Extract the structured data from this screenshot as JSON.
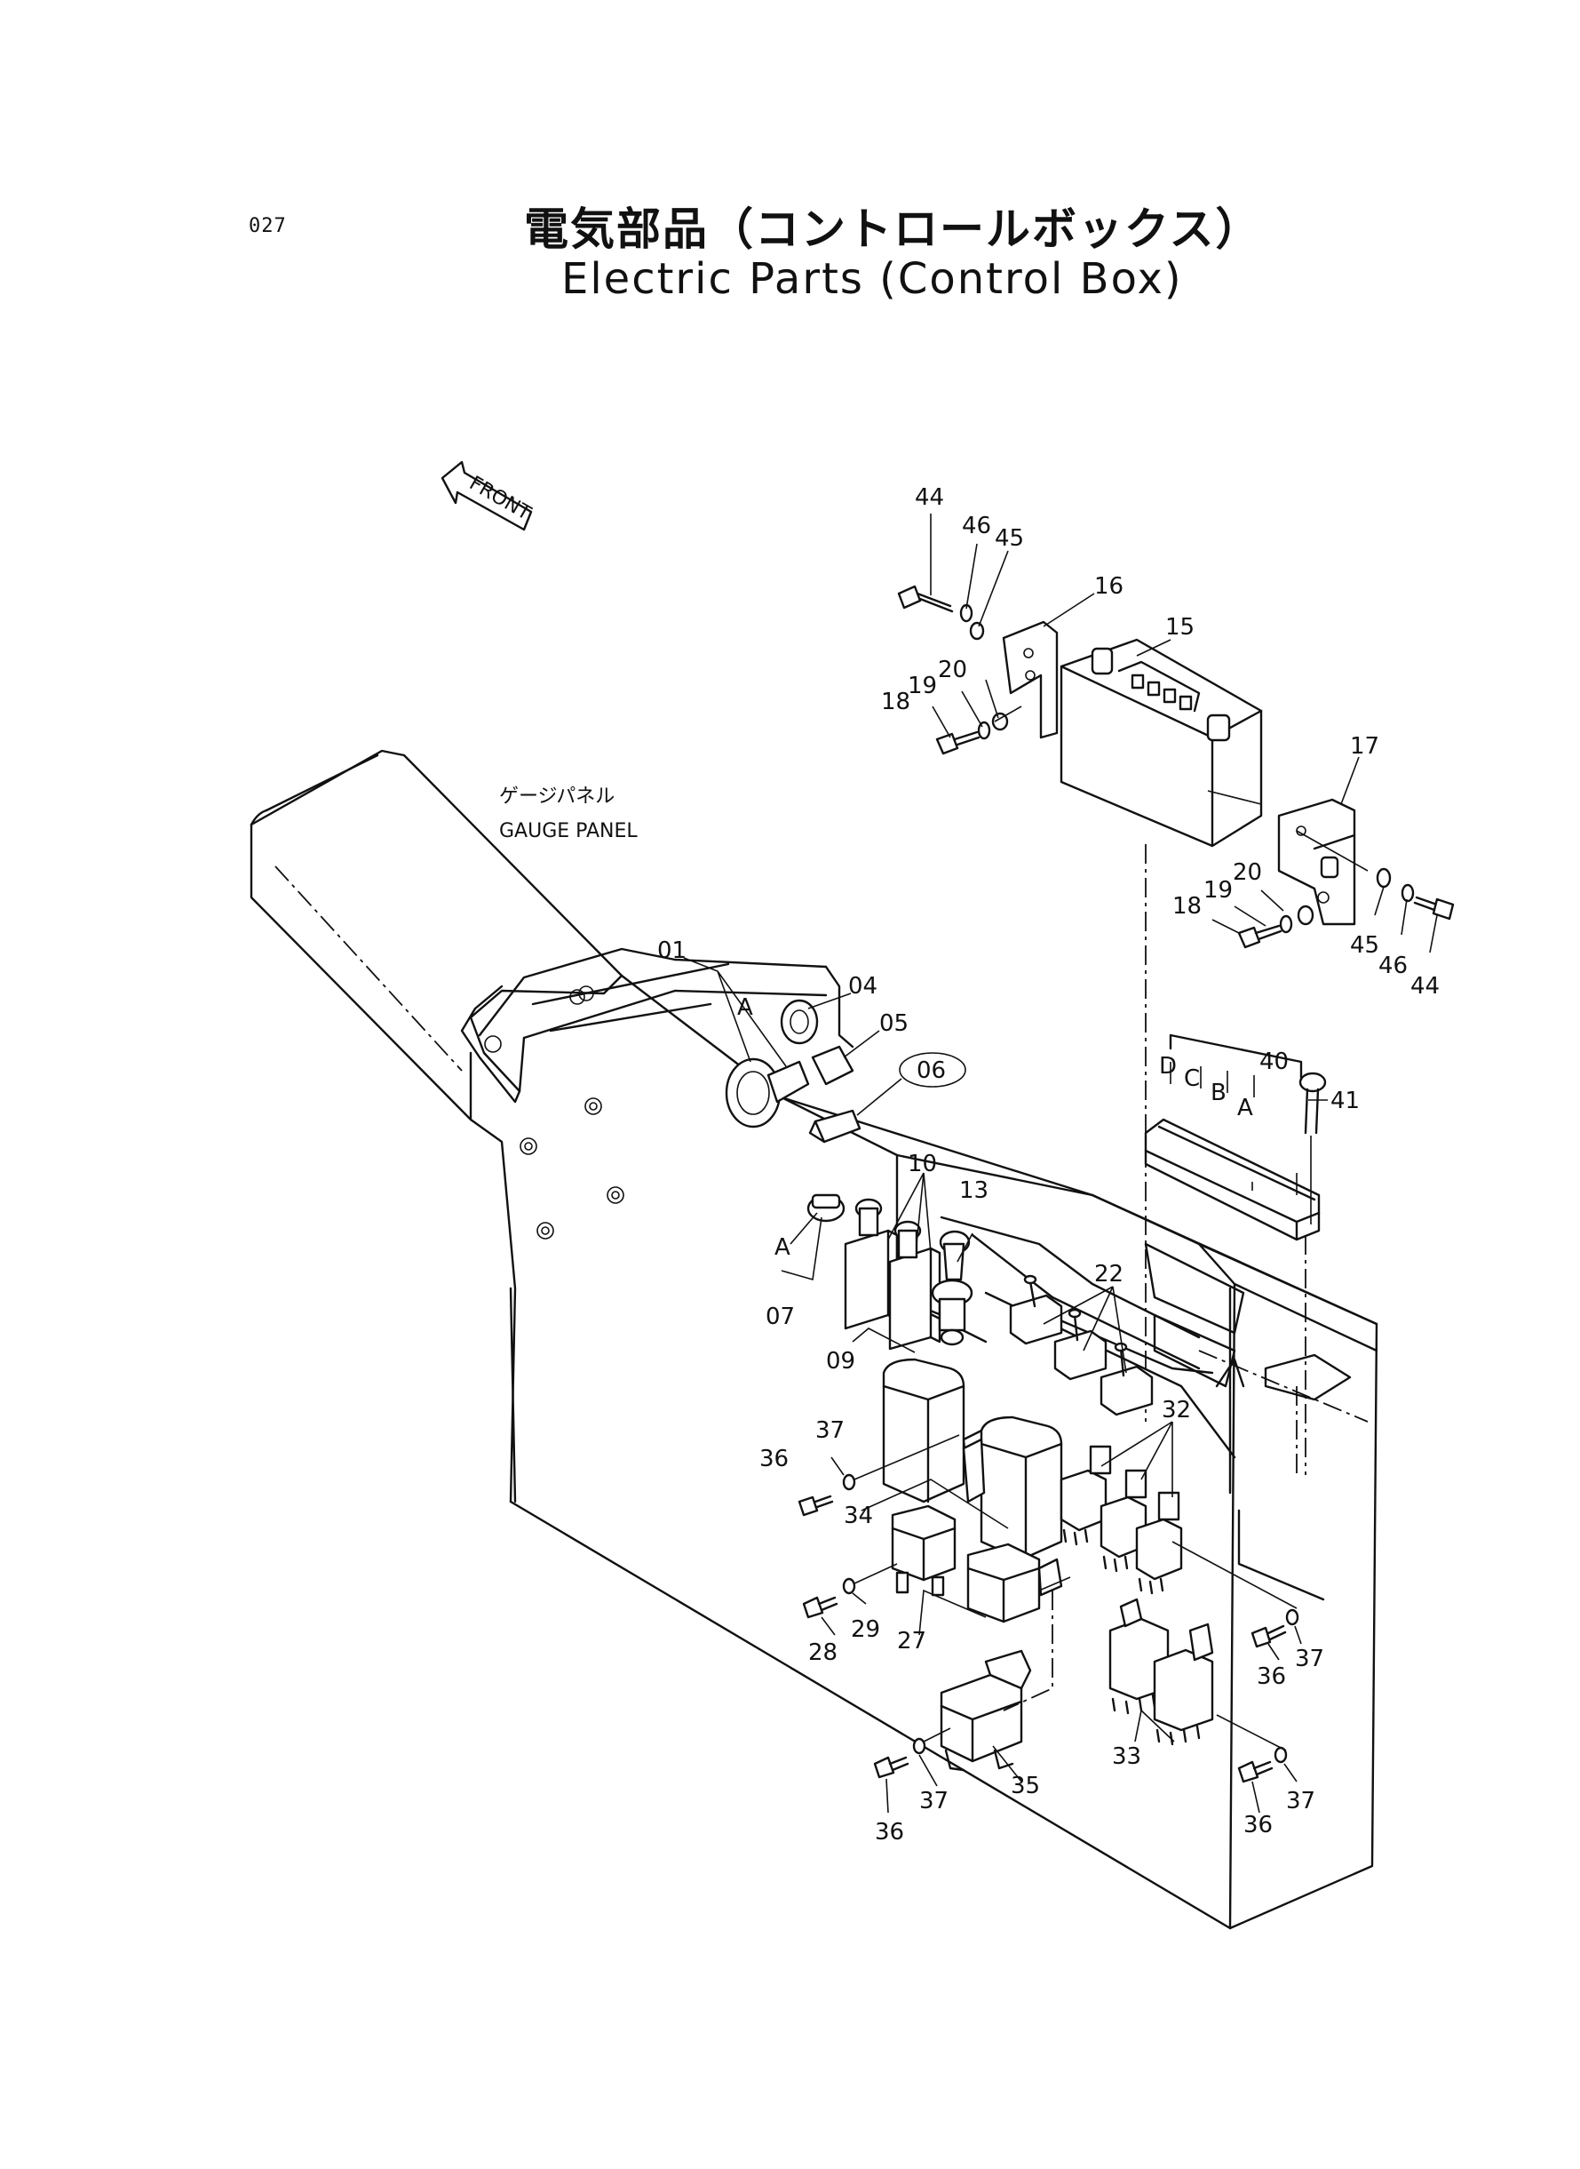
{
  "page_number": "027",
  "title_jp": "電気部品（コントロールボックス）",
  "title_en": "Electric Parts (Control Box)",
  "front_arrow_label": "FRONT",
  "gauge_panel": {
    "label_jp": "ゲージパネル",
    "label_en": "GAUGE PANEL"
  },
  "callouts": {
    "p44a": "44",
    "p46a": "46",
    "p45a": "45",
    "p16": "16",
    "p15": "15",
    "p18a": "18",
    "p19a": "19",
    "p20a": "20",
    "p17": "17",
    "p20b": "20",
    "p19b": "19",
    "p18b": "18",
    "p45b": "45",
    "p46b": "46",
    "p44b": "44",
    "p01": "01",
    "pA1": "A",
    "p04": "04",
    "p05": "05",
    "p06": "06",
    "pD": "D",
    "pC": "C",
    "pB": "B",
    "pA2": "A",
    "p40": "40",
    "p41": "41",
    "p10": "10",
    "p13": "13",
    "pA3": "A",
    "p07": "07",
    "p09": "09",
    "p22": "22",
    "p37a": "37",
    "p36a": "36",
    "p34": "34",
    "p32": "32",
    "p28": "28",
    "p29": "29",
    "p27": "27",
    "p36b": "36",
    "p37b": "37",
    "p33": "33",
    "p36c": "36",
    "p37c": "37",
    "p35": "35",
    "p36d": "36",
    "p37d": "37"
  }
}
